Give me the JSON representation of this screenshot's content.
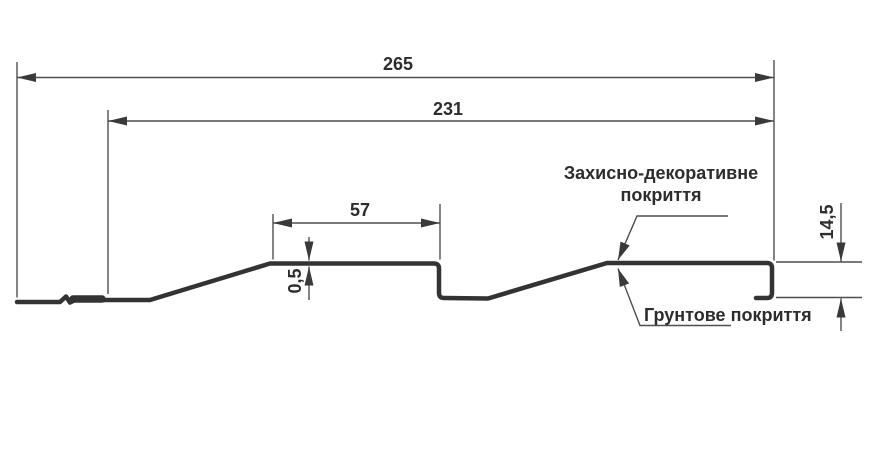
{
  "drawing": {
    "dimensions": {
      "overall_width": "265",
      "inner_width": "231",
      "plank_width": "57",
      "thickness": "0,5",
      "height": "14,5"
    },
    "annotations": {
      "top_coating": "Захисно-декоративне\nпокриття",
      "bottom_coating": "Грунтове покриття"
    },
    "colors": {
      "profile_line": "#333333",
      "thin_line": "#4f4f4f",
      "arrow": "#3a3a3a",
      "text": "#2d2d2d",
      "background": "#ffffff"
    }
  }
}
